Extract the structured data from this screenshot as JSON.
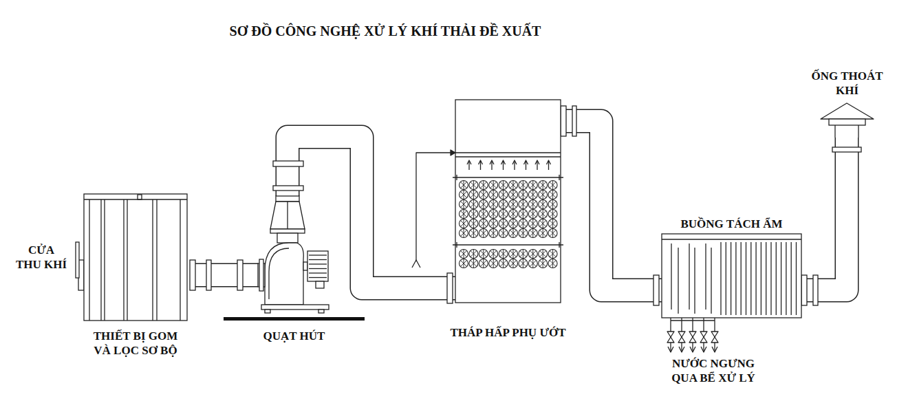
{
  "diagram": {
    "title": "SƠ ĐỒ CÔNG NGHỆ XỬ LÝ KHÍ THẢI ĐỀ XUẤT",
    "nodes": [
      {
        "text": [
          "THIẾT BỊ GOM VÀ LỌC SƠ BỘ"
        ]
      },
      {
        "text": [
          "QUẠT HÚT"
        ]
      },
      {
        "text": [
          "THÁP HẤP PHỤ ƯỚT"
        ]
      },
      {
        "text": [
          "BUỒNG TÁCH ẨM"
        ]
      },
      {
        "text": [
          "ỐNG THOÁT KHÍ"
        ]
      }
    ],
    "edges": [
      {
        "from": 0,
        "to": 1,
        "arrow": "none"
      },
      {
        "from": 1,
        "to": 2,
        "arrow": "none"
      },
      {
        "from": 2,
        "to": 3,
        "arrow": "none"
      },
      {
        "from": 3,
        "to": 4,
        "arrow": "none"
      }
    ],
    "labels": [
      "CỬA THU KHÍ",
      "NƯỚC NGƯNG QUA BỂ XỬ LÝ"
    ]
  }
}
